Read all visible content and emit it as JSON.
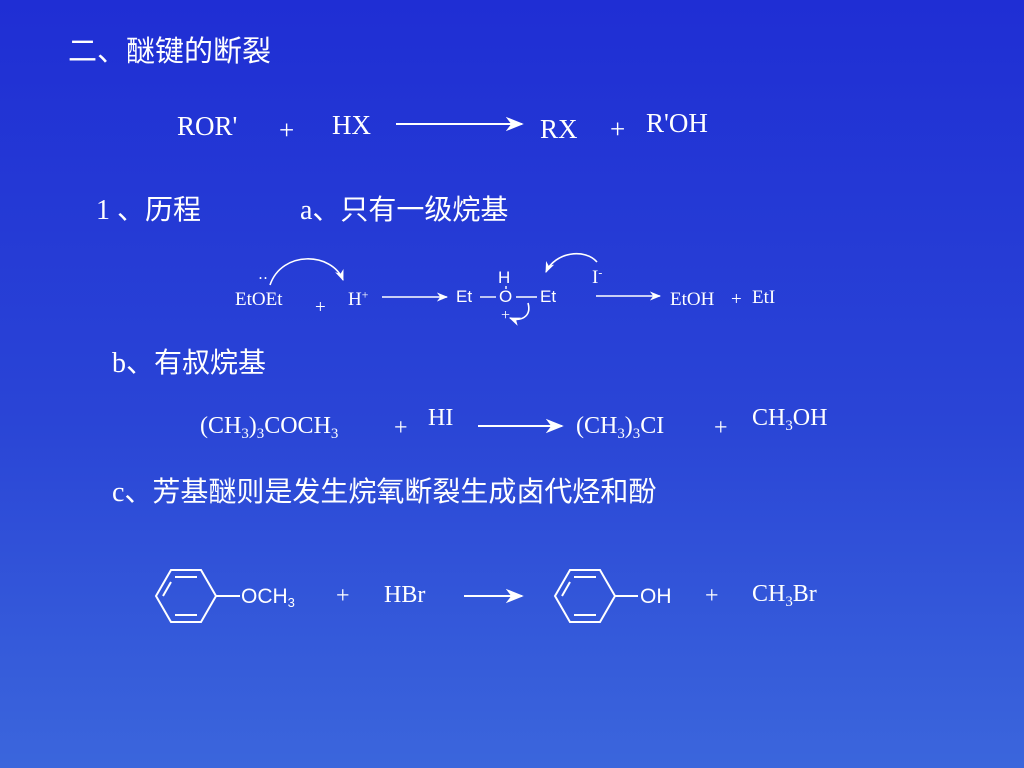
{
  "slide": {
    "title": "二、醚键的断裂",
    "eq1": {
      "reactant1": "ROR'",
      "plus1": "+",
      "reactant2": "HX",
      "product1": "RX",
      "plus2": "+",
      "product2": "R'OH"
    },
    "section1": {
      "label": "1 、历程",
      "sub_a": "a、只有一级烷基"
    },
    "mech": {
      "lone_pair": "‥",
      "etoet": "EtOEt",
      "plus": "+",
      "h": "H",
      "h_charge": "+",
      "oxonium_h": "H",
      "oxonium_et_left": "Et",
      "oxonium_o": "O",
      "oxonium_et_right": "Et",
      "oxonium_charge": "+",
      "iodide": "I",
      "iodide_charge": "-",
      "product_etoh": "EtOH",
      "product_plus": "+",
      "product_eti": "EtI"
    },
    "section_b": {
      "label": "b、有叔烷基"
    },
    "eq_b": {
      "reactant_open": "(CH",
      "reactant_sub1": "3",
      "reactant_mid": ")",
      "reactant_sub2": "3",
      "reactant_coch": "COCH",
      "reactant_sub3": "3",
      "plus1": "+",
      "hi": "HI",
      "product_open": "(CH",
      "product_sub1": "3",
      "product_mid": ")",
      "product_sub2": "3",
      "product_ci": "CI",
      "plus2": "+",
      "meoh_ch": "CH",
      "meoh_sub": "3",
      "meoh_oh": "OH"
    },
    "section_c": {
      "label": "c、芳基醚则是发生烷氧断裂生成卤代烃和酚"
    },
    "eq_c": {
      "och": "OCH",
      "och_sub": "3",
      "plus1": "+",
      "hbr": "HBr",
      "oh": "OH",
      "plus2": "+",
      "mebr_ch": "CH",
      "mebr_sub": "3",
      "mebr_br": "Br"
    }
  }
}
